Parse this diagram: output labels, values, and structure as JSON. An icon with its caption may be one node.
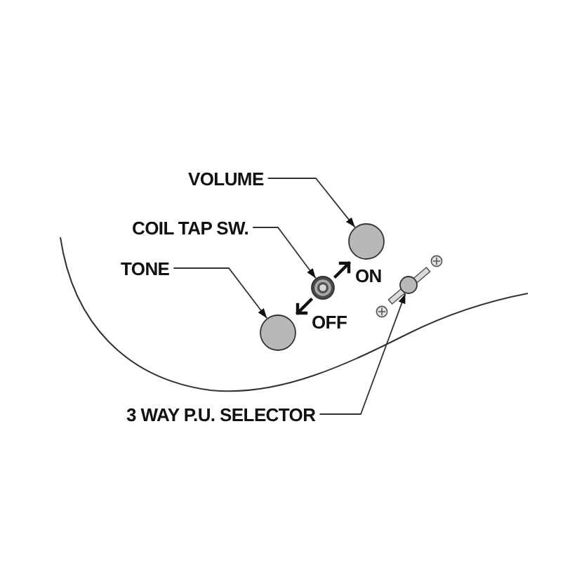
{
  "diagram": {
    "nodes": [
      {
        "text": [
          "VOLUME"
        ]
      },
      {
        "text": [],
        "shape": "circle"
      },
      {
        "text": [
          "COIL TAP SW."
        ]
      },
      {
        "text": [],
        "shape": "circle"
      },
      {
        "text": [
          "TONE"
        ]
      },
      {
        "text": [],
        "shape": "circle"
      },
      {
        "text": [],
        "shape": "circle"
      },
      {
        "text": [
          "3 WAY P.U. SELECTOR"
        ]
      }
    ],
    "edges": [
      {
        "from": 0,
        "to": 1,
        "arrow": "to"
      },
      {
        "from": 2,
        "to": 3,
        "arrow": "to"
      },
      {
        "from": 4,
        "to": 5,
        "arrow": "to"
      },
      {
        "from": 7,
        "to": 6,
        "arrow": "to"
      }
    ],
    "labels": [
      "ON",
      "OFF"
    ]
  }
}
